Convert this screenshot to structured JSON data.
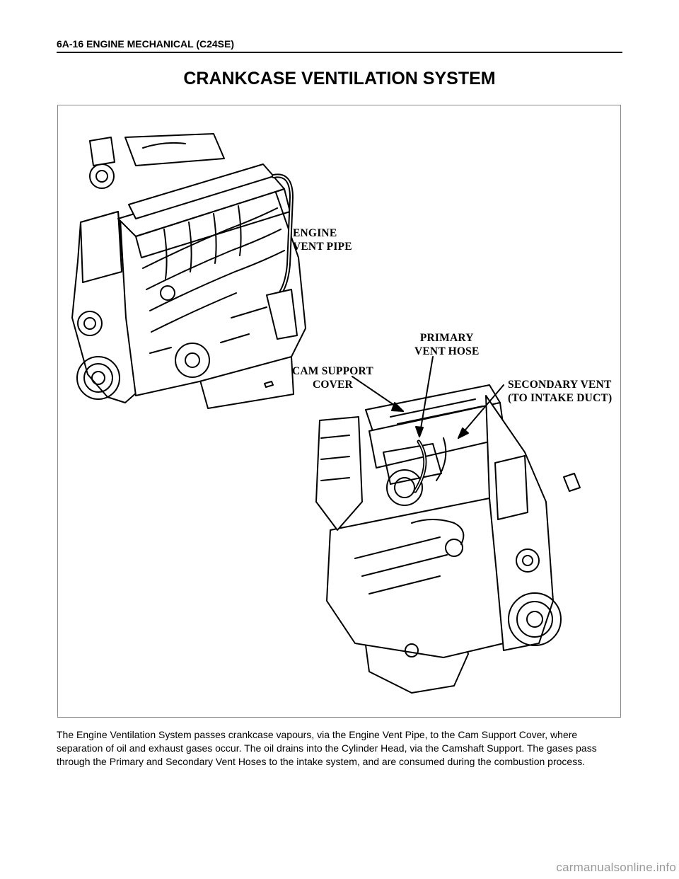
{
  "page": {
    "header": "6A-16 ENGINE MECHANICAL (C24SE)",
    "title": "CRANKCASE VENTILATION SYSTEM",
    "body_text": "The Engine Ventilation System passes crankcase vapours, via the Engine Vent Pipe, to the Cam Support Cover, where separation of oil and exhaust gases occur. The oil drains into the Cylinder Head, via the Camshaft Support. The gases pass through the Primary and Secondary Vent Hoses to the intake system, and are consumed during the combustion process.",
    "footer": "carmanualsonline.info"
  },
  "figure": {
    "callouts": {
      "engine_vent_pipe": [
        "ENGINE",
        "VENT PIPE"
      ],
      "primary_vent_hose": [
        "PRIMARY",
        "VENT HOSE"
      ],
      "cam_support_cover": [
        "CAM SUPPORT",
        "COVER"
      ],
      "secondary_vent": [
        "SECONDARY VENT",
        "(TO INTAKE DUCT)"
      ]
    }
  }
}
